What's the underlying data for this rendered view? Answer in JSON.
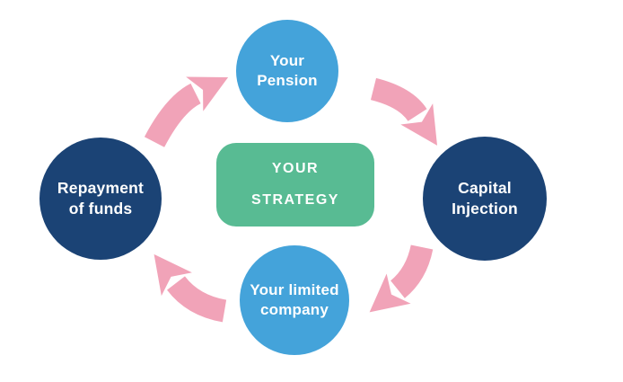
{
  "diagram": {
    "type": "cycle",
    "background": "#FFFFFF",
    "text_color": "#FFFFFF",
    "center": {
      "line1": "YOUR",
      "line2": "STRATEGY",
      "color": "#58BB93"
    },
    "nodes": {
      "top": {
        "label": "Your Pension",
        "color": "#44A3DA"
      },
      "right": {
        "label": "Capital Injection",
        "color": "#1B4375"
      },
      "bottom": {
        "label": "Your limited company",
        "color": "#44A3DA"
      },
      "left": {
        "label": "Repayment of funds",
        "color": "#1B4375"
      }
    },
    "arrows": {
      "color": "#F1A3B8",
      "flow": [
        {
          "from": "Your Pension",
          "to": "Capital Injection"
        },
        {
          "from": "Capital Injection",
          "to": "Your limited company"
        },
        {
          "from": "Your limited company",
          "to": "Repayment of funds"
        },
        {
          "from": "Repayment of funds",
          "to": "Your Pension"
        }
      ]
    }
  }
}
